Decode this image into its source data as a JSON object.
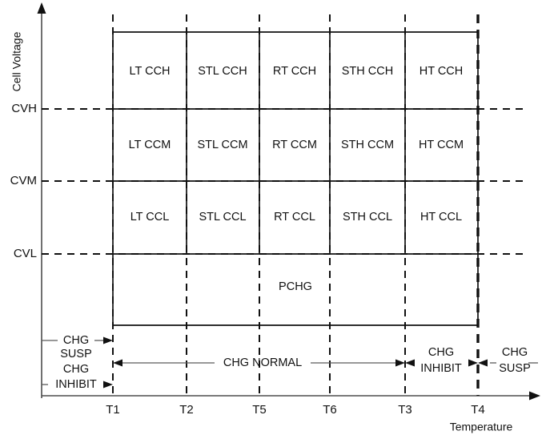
{
  "chart_data": {
    "type": "table",
    "title": "",
    "xlabel": "Temperature",
    "ylabel": "Cell Voltage",
    "x_ticks": [
      "T1",
      "T2",
      "T5",
      "T6",
      "T3",
      "T4"
    ],
    "y_ticks": [
      "CVH",
      "CVM",
      "CVL"
    ],
    "grid": true,
    "legend": "none",
    "columns": [
      "LT",
      "STL",
      "RT",
      "STH",
      "HT"
    ],
    "rows": [
      "CCH",
      "CCM",
      "CCL"
    ],
    "cells": [
      [
        "LT CCH",
        "STL CCH",
        "RT CCH",
        "STH CCH",
        "HT CCH"
      ],
      [
        "LT CCM",
        "STL CCM",
        "RT CCM",
        "STH CCM",
        "HT CCM"
      ],
      [
        "LT CCL",
        "STL CCL",
        "RT CCL",
        "STH CCL",
        "HT CCL"
      ]
    ],
    "bottom_band": "PCHG",
    "annotations": [
      "CHG SUSP",
      "CHG INHIBIT",
      "CHG NORMAL",
      "CHG INHIBIT",
      "CHG SUSP"
    ]
  },
  "axes": {
    "y_label": "Cell Voltage",
    "x_label": "Temperature",
    "y_ticks": [
      {
        "label": "CVH"
      },
      {
        "label": "CVM"
      },
      {
        "label": "CVL"
      }
    ],
    "x_ticks": [
      {
        "label": "T1"
      },
      {
        "label": "T2"
      },
      {
        "label": "T5"
      },
      {
        "label": "T6"
      },
      {
        "label": "T3"
      },
      {
        "label": "T4"
      }
    ]
  },
  "grid": {
    "row_cch": [
      "LT CCH",
      "STL CCH",
      "RT CCH",
      "STH CCH",
      "HT CCH"
    ],
    "row_ccm": [
      "LT CCM",
      "STL CCM",
      "RT CCM",
      "STH CCM",
      "HT CCM"
    ],
    "row_ccl": [
      "LT CCL",
      "STL CCL",
      "RT CCL",
      "STH CCL",
      "HT CCL"
    ],
    "pchg": "PCHG"
  },
  "annotations": {
    "left_susp_line1": "CHG",
    "left_susp_line2": "SUSP",
    "left_inhibit_line1": "CHG",
    "left_inhibit_line2": "INHIBIT",
    "normal": "CHG NORMAL",
    "right_inhibit_line1": "CHG",
    "right_inhibit_line2": "INHIBIT",
    "right_susp_line1": "CHG",
    "right_susp_line2": "SUSP"
  },
  "colors": {
    "line": "#111111",
    "axis": "#4d4d4d",
    "annotation_line": "#5a5a5a",
    "background": "#ffffff"
  }
}
